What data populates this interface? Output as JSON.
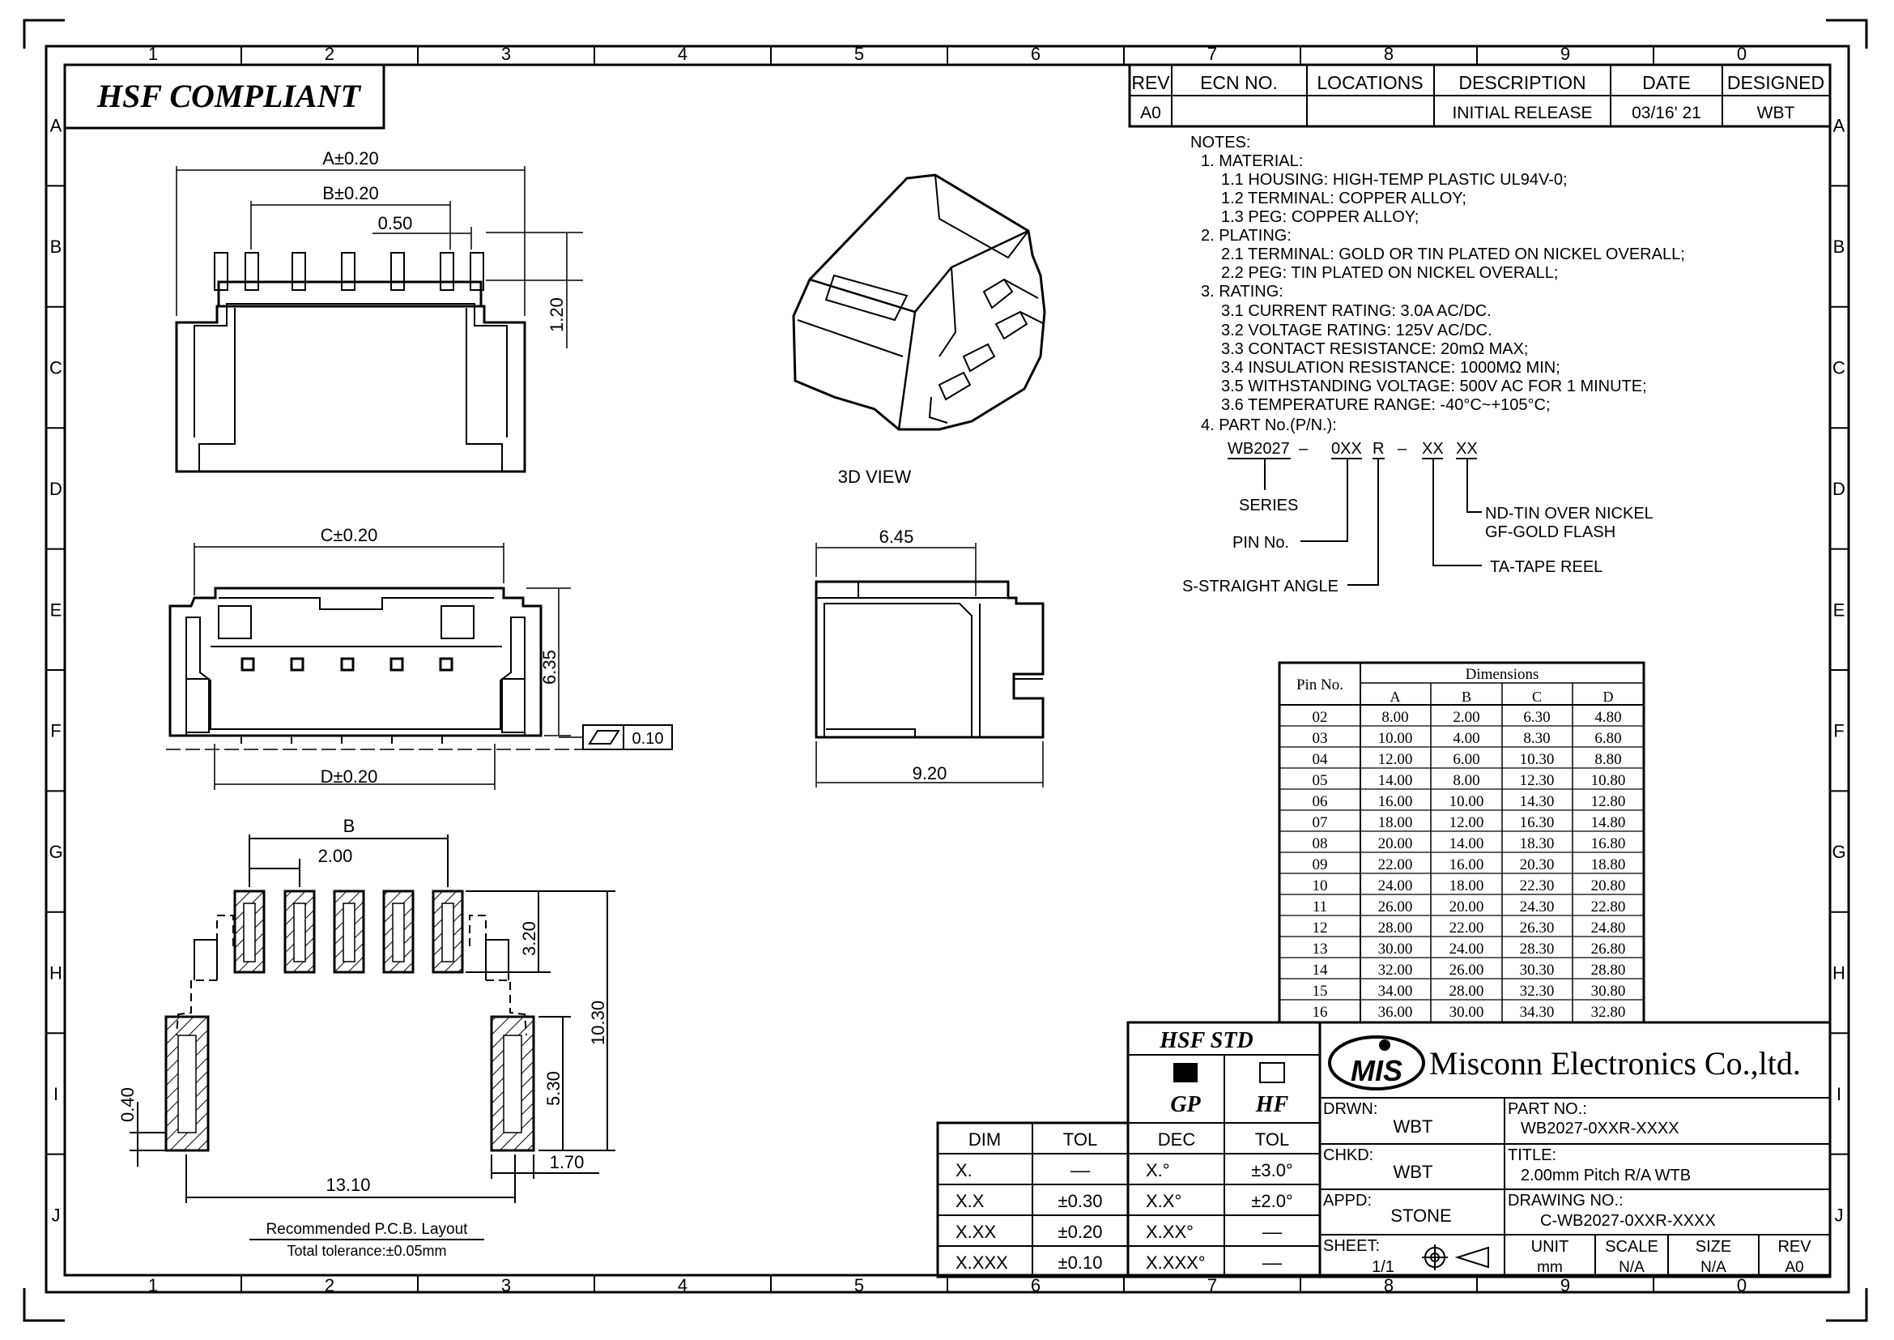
{
  "border": {
    "cols": [
      "1",
      "2",
      "3",
      "4",
      "5",
      "6",
      "7",
      "8",
      "9",
      "0"
    ],
    "rows": [
      "A",
      "B",
      "C",
      "D",
      "E",
      "F",
      "G",
      "H",
      "I",
      "J"
    ]
  },
  "hsf_banner": "HSF  COMPLIANT",
  "revision_table": {
    "headers": [
      "REV",
      "ECN NO.",
      "LOCATIONS",
      "DESCRIPTION",
      "DATE",
      "DESIGNED"
    ],
    "row": [
      "A0",
      "",
      "",
      "INITIAL RELEASE",
      "03/16' 21",
      "WBT"
    ]
  },
  "notes": [
    "NOTES:",
    "1. MATERIAL:",
    "1.1 HOUSING: HIGH-TEMP PLASTIC UL94V-0;",
    "1.2 TERMINAL: COPPER ALLOY;",
    "1.3 PEG: COPPER ALLOY;",
    "2. PLATING:",
    "2.1 TERMINAL: GOLD OR TIN PLATED ON NICKEL OVERALL;",
    "2.2 PEG: TIN PLATED ON NICKEL OVERALL;",
    "3. RATING:",
    "3.1 CURRENT RATING: 3.0A AC/DC.",
    "3.2 VOLTAGE RATING: 125V AC/DC.",
    "3.3 CONTACT RESISTANCE: 20mΩ MAX;",
    "3.4 INSULATION RESISTANCE: 1000MΩ MIN;",
    "3.5 WITHSTANDING VOLTAGE: 500V AC FOR 1 MINUTE;",
    "3.6 TEMPERATURE RANGE: -40°C~+105°C;",
    "4. PART No.(P/N.):"
  ],
  "part_number": {
    "parts": [
      "WB2027",
      "–",
      "0XX",
      "R",
      "–",
      "XX",
      "XX"
    ],
    "series": "SERIES",
    "pin": "PIN No.",
    "straight": "S-STRAIGHT ANGLE",
    "plating1": "ND-TIN OVER NICKEL",
    "plating2": "GF-GOLD FLASH",
    "reel": "TA-TAPE REEL"
  },
  "view_labels": {
    "three_d": "3D VIEW",
    "pcb_title": "Recommended P.C.B. Layout",
    "pcb_tol": "Total tolerance:±0.05mm"
  },
  "dims": {
    "a": "A±0.20",
    "b": "B±0.20",
    "p050": "0.50",
    "p120": "1.20",
    "c": "C±0.20",
    "d": "D±0.20",
    "p635": "6.35",
    "flat": "0.10",
    "p645": "6.45",
    "p920": "9.20",
    "b_plain": "B",
    "p200": "2.00",
    "p320": "3.20",
    "p1030": "10.30",
    "p530": "5.30",
    "p040": "0.40",
    "p1310": "13.10",
    "p170": "1.70"
  },
  "dim_table": {
    "head_pin": "Pin No.",
    "head_dims": "Dimensions",
    "cols": [
      "A",
      "B",
      "C",
      "D"
    ],
    "rows": [
      [
        "02",
        "8.00",
        "2.00",
        "6.30",
        "4.80"
      ],
      [
        "03",
        "10.00",
        "4.00",
        "8.30",
        "6.80"
      ],
      [
        "04",
        "12.00",
        "6.00",
        "10.30",
        "8.80"
      ],
      [
        "05",
        "14.00",
        "8.00",
        "12.30",
        "10.80"
      ],
      [
        "06",
        "16.00",
        "10.00",
        "14.30",
        "12.80"
      ],
      [
        "07",
        "18.00",
        "12.00",
        "16.30",
        "14.80"
      ],
      [
        "08",
        "20.00",
        "14.00",
        "18.30",
        "16.80"
      ],
      [
        "09",
        "22.00",
        "16.00",
        "20.30",
        "18.80"
      ],
      [
        "10",
        "24.00",
        "18.00",
        "22.30",
        "20.80"
      ],
      [
        "11",
        "26.00",
        "20.00",
        "24.30",
        "22.80"
      ],
      [
        "12",
        "28.00",
        "22.00",
        "26.30",
        "24.80"
      ],
      [
        "13",
        "30.00",
        "24.00",
        "28.30",
        "26.80"
      ],
      [
        "14",
        "32.00",
        "26.00",
        "30.30",
        "28.80"
      ],
      [
        "15",
        "34.00",
        "28.00",
        "32.30",
        "30.80"
      ],
      [
        "16",
        "36.00",
        "30.00",
        "34.30",
        "32.80"
      ]
    ]
  },
  "tol_table": {
    "headers": [
      "DIM",
      "TOL"
    ],
    "rows": [
      [
        "X.",
        "––"
      ],
      [
        "X.X",
        "±0.30"
      ],
      [
        "X.XX",
        "±0.20"
      ],
      [
        "X.XXX",
        "±0.10"
      ]
    ]
  },
  "ang_table": {
    "hsf_std": "HSF  STD",
    "gp": "GP",
    "hf": "HF",
    "headers": [
      "DEC",
      "TOL"
    ],
    "rows": [
      [
        "X.°",
        "±3.0°"
      ],
      [
        "X.X°",
        "±2.0°"
      ],
      [
        "X.XX°",
        "––"
      ],
      [
        "X.XXX°",
        "––"
      ]
    ]
  },
  "title_block": {
    "company": "Misconn Electronics Co.,ltd.",
    "logo": "MIS",
    "drwn_label": "DRWN:",
    "drwn": "WBT",
    "chkd_label": "CHKD:",
    "chkd": "WBT",
    "appd_label": "APPD:",
    "appd": "STONE",
    "sheet_label": "SHEET:",
    "sheet": "1/1",
    "part_label": "PART NO.:",
    "part": "WB2027-0XXR-XXXX",
    "title_label": "TITLE:",
    "title": "2.00mm Pitch R/A WTB",
    "dwg_label": "DRAWING NO.:",
    "dwg": "C-WB2027-0XXR-XXXX",
    "unit_label": "UNIT",
    "unit": "mm",
    "scale_label": "SCALE",
    "scale": "N/A",
    "size_label": "SIZE",
    "size": "N/A",
    "rev_label": "REV",
    "rev": "A0"
  }
}
